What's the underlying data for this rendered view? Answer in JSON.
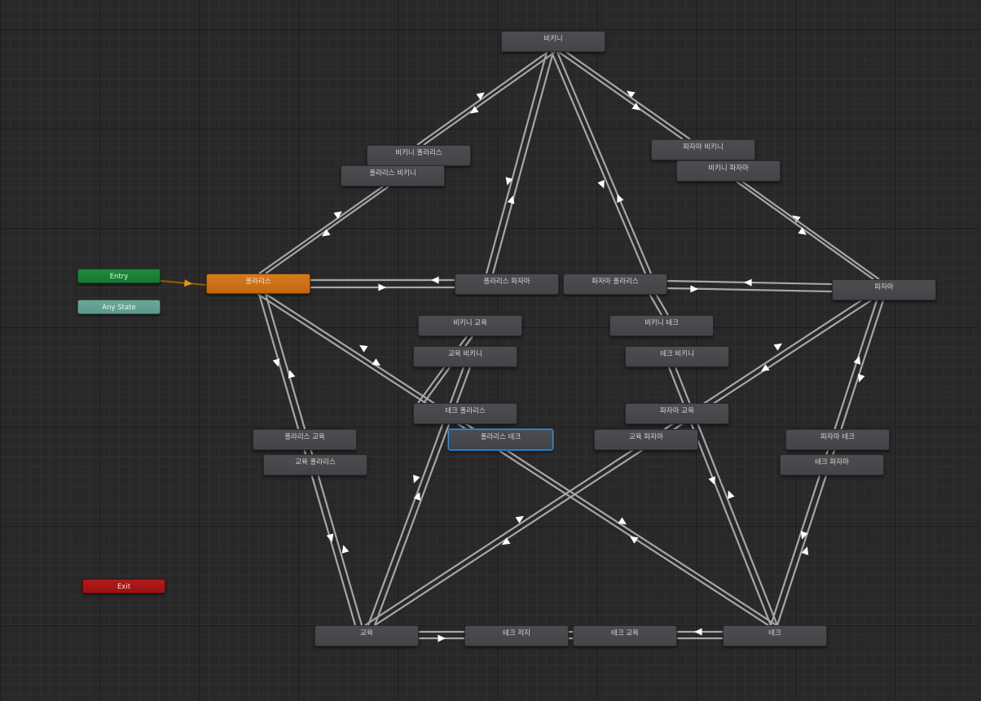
{
  "colors": {
    "edge": "#a6a6a6",
    "arrow": "#ffffff",
    "entry_edge": "#8a5a0a",
    "entry_arrow": "#e89220",
    "state_node": "#48494c",
    "default_state": "#cc7016",
    "entry": "#1b8135",
    "any_state": "#62a192",
    "exit": "#a71717",
    "selection": "#3c8fd6"
  },
  "entry": {
    "label": "Entry"
  },
  "any_state": {
    "label": "Any State"
  },
  "exit": {
    "label": "Exit"
  },
  "states": {
    "bikini": "비키니",
    "polaris": "폴라리스",
    "pajama": "파자마",
    "education": "교육",
    "tech": "테크"
  },
  "transitions": {
    "bikini_polaris": "비키니 폴라리스",
    "polaris_bikini": "폴라리스 비키니",
    "pajama_bikini": "파자마 비키니",
    "bikini_pajama": "비키니 파자마",
    "polaris_pajama": "폴라리스 파자마",
    "pajama_polaris": "파자마 폴라리스",
    "bikini_education": "비키니 교육",
    "education_bikini": "교육 비키니",
    "bikini_tech": "비키니 테크",
    "tech_bikini": "테크 비키니",
    "tech_polaris": "테크 폴라리스",
    "polaris_tech": "폴라리스 테크",
    "pajama_education": "파자마 교육",
    "education_pajama": "교육 파자마",
    "polaris_education": "폴라리스 교육",
    "education_polaris": "교육 폴라리스",
    "pajama_tech": "파자마 테크",
    "tech_pajama": "테크 파자마",
    "tech_jersey": "테크 저지",
    "tech_education": "테크 교육"
  }
}
